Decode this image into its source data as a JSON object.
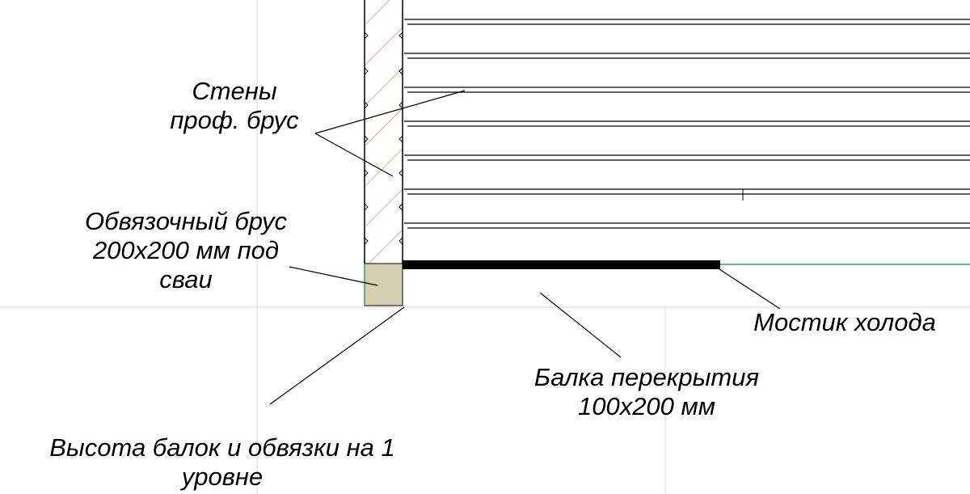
{
  "labels": {
    "walls": {
      "line1": "Стены",
      "line2": "проф. брус"
    },
    "sill_beam": {
      "line1": "Обвязочный брус",
      "line2": "200х200 мм под",
      "line3": "сваи"
    },
    "cold_bridge": {
      "line1": "Мостик холода"
    },
    "floor_joist": {
      "line1": "Балка перекрытия",
      "line2": "100х200 мм"
    },
    "level_note": {
      "line1": "Высота балок и обвязки на 1",
      "line2": "уровне"
    }
  },
  "colors": {
    "background": "#ffffff",
    "grid_line": "#d9d9d9",
    "outline": "#000000",
    "hatch": "#e8a49a",
    "sill_fill": "#d6cfb0",
    "teal_line": "#2f9c8f",
    "joist_fill": "#000000"
  }
}
